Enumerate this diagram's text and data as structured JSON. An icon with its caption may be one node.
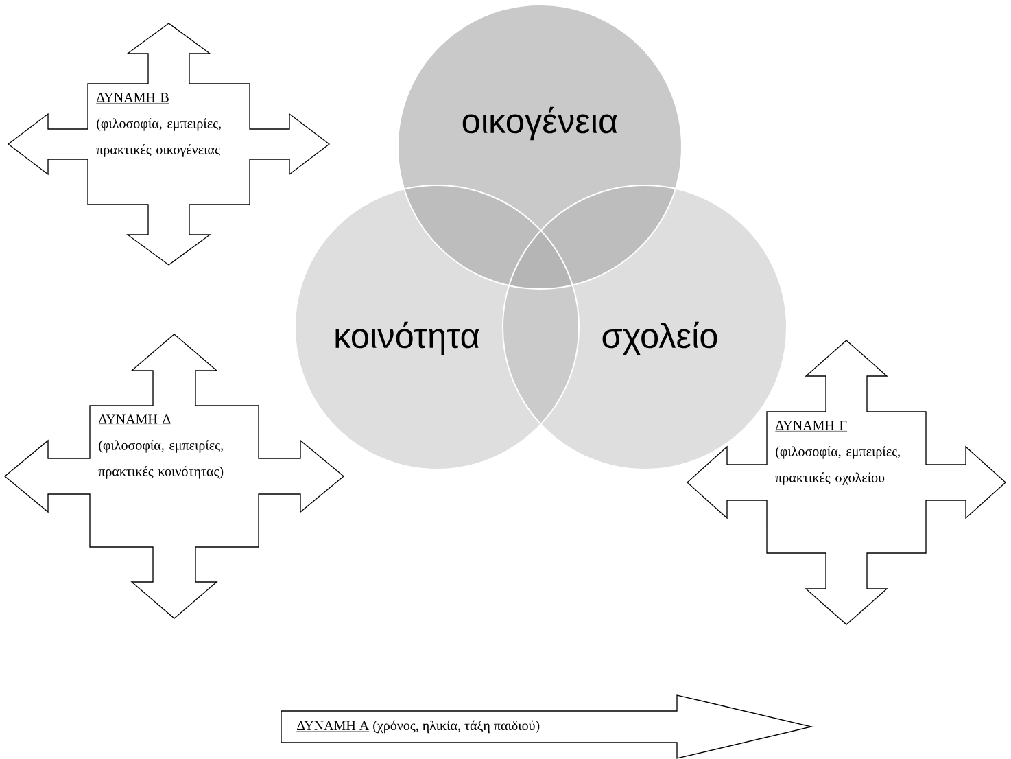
{
  "diagram": {
    "nodes": [
      {
        "text": [
          "οικογένεια"
        ]
      },
      {
        "text": [
          "κοινότητα"
        ]
      },
      {
        "text": [
          "σχολείο"
        ]
      },
      {
        "text": [
          "ΔΥΝΑΜΗ Β",
          "(φιλοσοφία, εμπειρίες, πρακτικές οικογένειας"
        ]
      },
      {
        "text": [
          "ΔΥΝΑΜΗ Δ",
          "(φιλοσοφία, εμπειρίες, πρακτικές κοινότητας)"
        ]
      },
      {
        "text": [
          "ΔΥΝΑΜΗ Γ",
          "(φιλοσοφία, εμπειρίες, πρακτικές σχολείου"
        ]
      },
      {
        "text": [
          "ΔΥΝΑΜΗ Α",
          "(χρόνος, ηλικία, τάξη παιδιού)"
        ]
      }
    ]
  }
}
